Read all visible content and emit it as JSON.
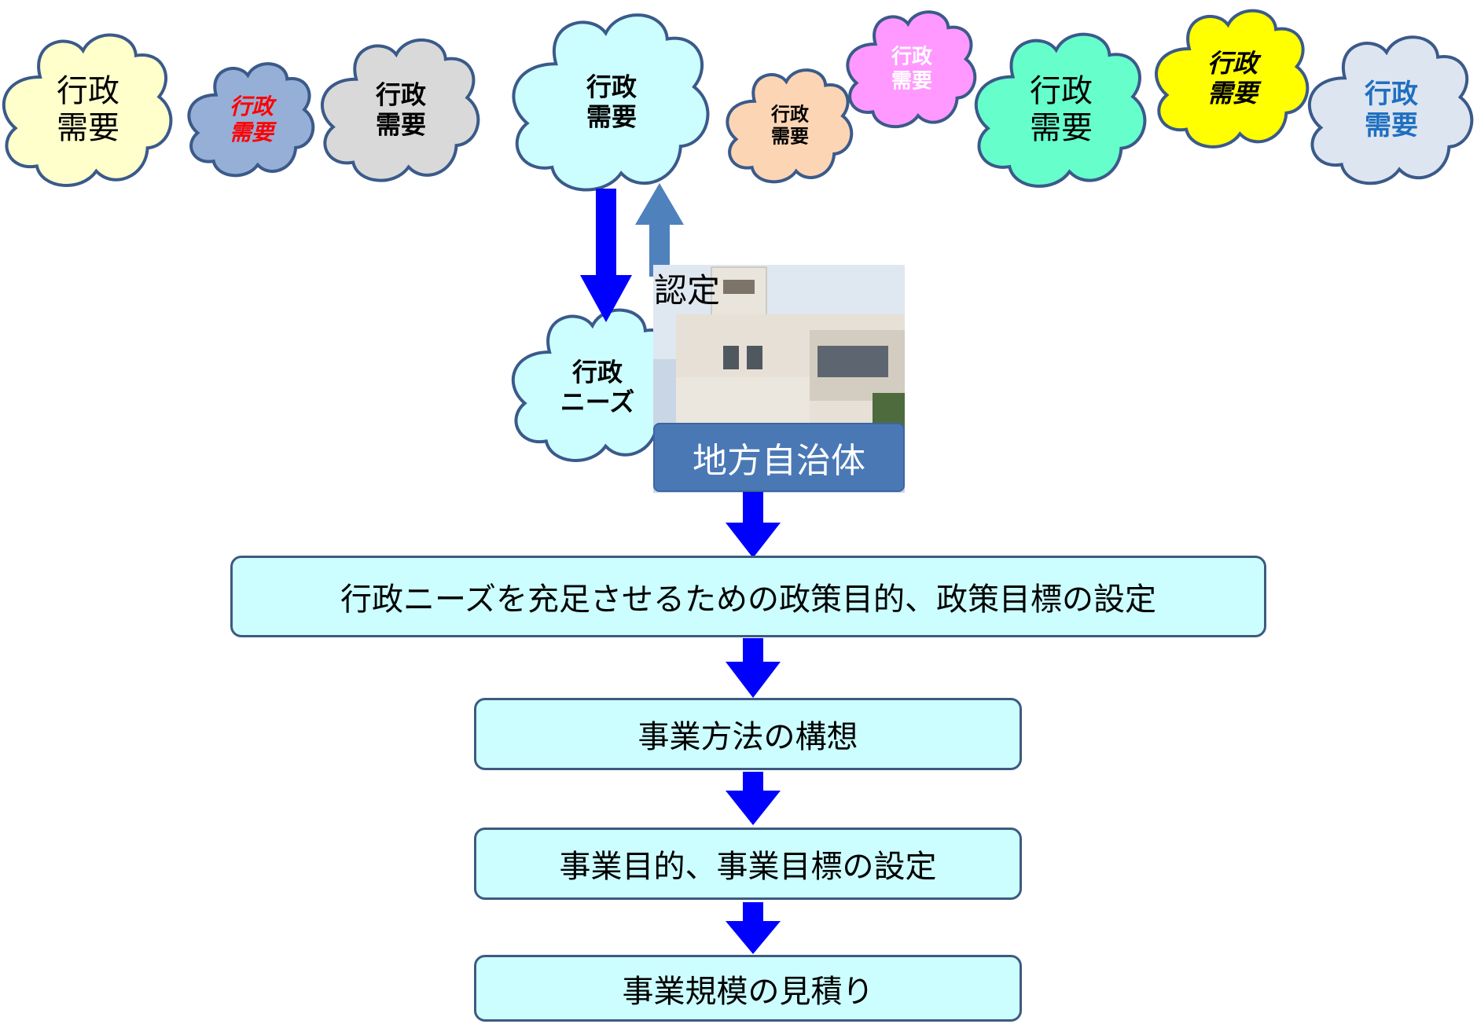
{
  "clouds": [
    {
      "line1": "行政",
      "line2": "需要",
      "fill": "#ffffcc"
    },
    {
      "line1": "行政",
      "line2": "需要",
      "fill": "#96afd6",
      "text_color": "#ff0000"
    },
    {
      "line1": "行政",
      "line2": "需要",
      "fill": "#d9d9d9"
    },
    {
      "line1": "行政",
      "line2": "需要",
      "fill": "#ccfeff"
    },
    {
      "line1": "行政",
      "line2": "需要",
      "fill": "#fcd5b5"
    },
    {
      "line1": "行政",
      "line2": "需要",
      "fill": "#ff99ff",
      "text_color": "#ffffff"
    },
    {
      "line1": "行政",
      "line2": "需要",
      "fill": "#66ffcc"
    },
    {
      "line1": "行政",
      "line2": "需要",
      "fill": "#ffff00"
    },
    {
      "line1": "行政",
      "line2": "需要",
      "fill": "#dde5f0",
      "text_color": "#1f6fc0"
    }
  ],
  "needs_cloud": {
    "line1": "行政",
    "line2": "ニーズ",
    "fill": "#ccfeff"
  },
  "nintei_label": "認定",
  "local_gov_label": "地方自治体",
  "flow_steps": [
    "行政ニーズを充足させるための政策目的、政策目標の設定",
    "事業方法の構想",
    "事業目的、事業目標の設定",
    "事業規模の見積り"
  ],
  "colors": {
    "arrow_down": "#0000ff",
    "arrow_up": "#4f81bd",
    "box_fill": "#ccfeff",
    "box_border": "#3d5a80",
    "local_gov": "#4a78b5"
  }
}
